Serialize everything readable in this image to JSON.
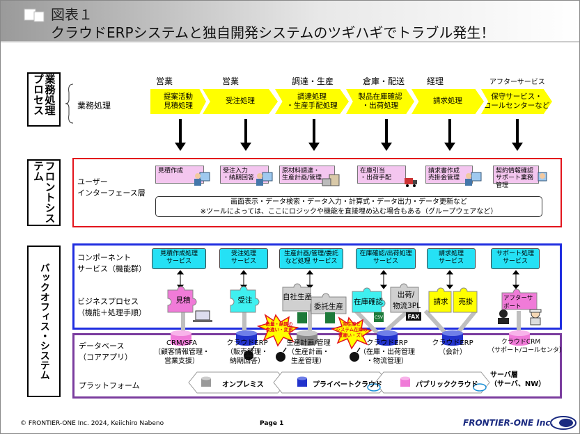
{
  "title": {
    "line1": "図表１",
    "line2": "クラウドERPシステムと独自開発システムのツギハギでトラブル発生！"
  },
  "left_labels": {
    "business_process": "業務処理プロセス",
    "front_system": "フロントシステム",
    "back_office": "バックオフィス・システム"
  },
  "rows": {
    "business_row": "業務処理",
    "ui_layer_1": "ユーザー",
    "ui_layer_2": "インターフェース層",
    "component_1": "コンポーネント",
    "component_2": "サービス（機能群）",
    "bizproc_1": "ビジネスプロセス",
    "bizproc_2": "（機能＋処理手順）",
    "database_1": "データベース",
    "database_2": "（コアアプリ）",
    "platform": "プラットフォーム"
  },
  "process_heads": [
    "営業",
    "営業",
    "調達・生産",
    "倉庫・配送",
    "経理",
    "アフターサービス"
  ],
  "chevrons": [
    [
      "提案活動",
      "見積処理"
    ],
    [
      "受注処理",
      ""
    ],
    [
      "調達処理",
      "・生産手配処理"
    ],
    [
      "製品在庫確認",
      "・出荷処理"
    ],
    [
      "請求処理",
      ""
    ],
    [
      "保守サービス・",
      "コールセンターなど"
    ]
  ],
  "ui_boxes": [
    [
      "見積作成",
      ""
    ],
    [
      "受注入力",
      "・納期回答"
    ],
    [
      "原材料調達・",
      "生産計画/管理"
    ],
    [
      "在庫引当",
      "・出荷手配"
    ],
    [
      "請求書作成",
      "売掛金管理"
    ],
    [
      "契約情報確認",
      "サポート業務管理"
    ]
  ],
  "ui_note": {
    "line1": "画面表示・データ検索・データ入力・計算式・データ出力・データ更新など",
    "line2": "※ツールによっては、ここにロジックや機能を直接埋め込む場合もある（グループウェアなど）"
  },
  "services": [
    [
      "見積作成処理",
      "サービス"
    ],
    [
      "受注処理",
      "サービス"
    ],
    [
      "生産計画/管理/委託",
      "など処理 サービス"
    ],
    [
      "在庫確認/出荷処理",
      "サービス"
    ],
    [
      "請求処理",
      "サービス"
    ],
    [
      "サポート処理",
      "サービス"
    ]
  ],
  "pieces": [
    "見積",
    "受注",
    "自社生産",
    "委託生産",
    "在庫確認",
    "出荷/",
    "物流3PL",
    "請求",
    "売掛",
    "アフターサポート"
  ],
  "fax": "FAX",
  "csv": "CSV",
  "databases": [
    [
      "CRM/SFA",
      "（顧客情報管理・",
      "営業支援）"
    ],
    [
      "クラウドERP",
      "（販売管理・",
      "納期回答）"
    ],
    [
      "生産計画/管理",
      "（生産計画・",
      "生産管理）"
    ],
    [
      "クラウドERP",
      "（在庫・出荷管理",
      "・物流管理）"
    ],
    [
      "クラウドERP",
      "（会計）",
      ""
    ],
    [
      "クラウドCRM",
      "（サポート/コールセンタ）",
      ""
    ]
  ],
  "bursts": [
    [
      "数量・納期の",
      "食違い・変更"
    ],
    [
      "実在庫と",
      "システム在庫の",
      "食違い・ズレ"
    ]
  ],
  "platforms": [
    "オンプレミス",
    "プライベートクラウド",
    "パブリッククラウド"
  ],
  "server": {
    "line1": "サーバ層",
    "line2": "（サーバ、NW）"
  },
  "footer": {
    "copyright": "© FRONTIER-ONE Inc. 2024,  Keiichiro  Nabeno",
    "page": "Page 1",
    "brand": "FRONTIER-ONE Inc."
  },
  "colors": {
    "chevron": "#ffff00",
    "front_border": "#e3141c",
    "back_border": "#1f2de0",
    "db_border": "#7a3c9e",
    "service": "#25e1f5",
    "ui_box": "#f4c6ef",
    "puzzle_pink": "#f07bd8",
    "puzzle_cyan": "#3ff0f0",
    "puzzle_yellow": "#ffff00",
    "puzzle_gray": "#d0d0d0"
  }
}
